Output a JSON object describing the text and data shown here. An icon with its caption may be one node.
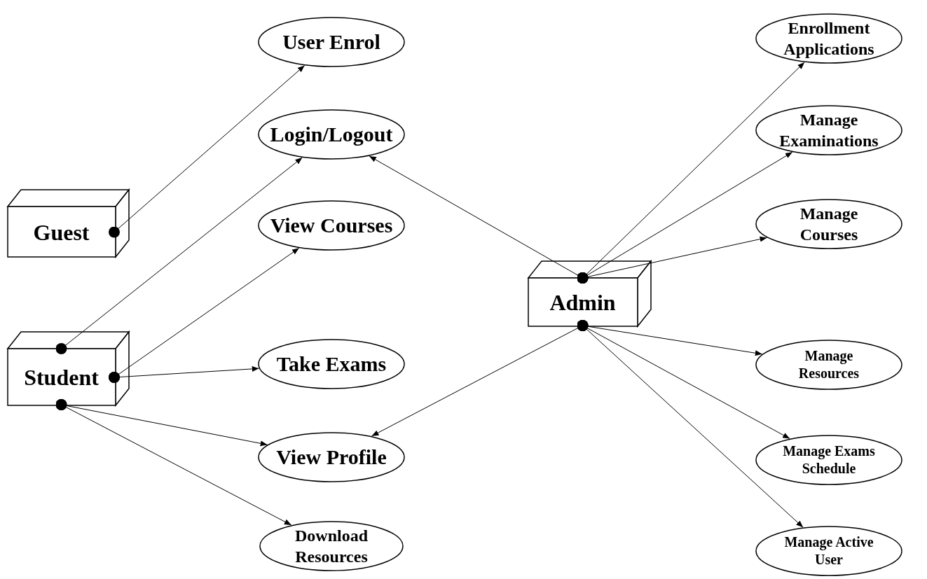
{
  "diagram": {
    "nodes": [
      {
        "text": [
          "Guest"
        ]
      },
      {
        "text": [
          "Student"
        ]
      },
      {
        "text": [
          "Admin"
        ]
      },
      {
        "text": [
          "User Enrol"
        ]
      },
      {
        "text": [
          "Login/Logout"
        ]
      },
      {
        "text": [
          "View Courses"
        ]
      },
      {
        "text": [
          "Take Exams"
        ]
      },
      {
        "text": [
          "View Profile"
        ]
      },
      {
        "text": [
          "Download Resources"
        ]
      },
      {
        "text": [
          "Enrollment Applications"
        ]
      },
      {
        "text": [
          "Manage Examinations"
        ]
      },
      {
        "text": [
          "Manage Courses"
        ]
      },
      {
        "text": [
          "Manage Resources"
        ]
      },
      {
        "text": [
          "Manage Exams Schedule"
        ]
      },
      {
        "text": [
          "Manage Active User"
        ]
      }
    ],
    "edges": [
      {
        "from": 0,
        "to": 3,
        "arrow": "to"
      },
      {
        "from": 1,
        "to": 4,
        "arrow": "to"
      },
      {
        "from": 1,
        "to": 5,
        "arrow": "to"
      },
      {
        "from": 1,
        "to": 6,
        "arrow": "to"
      },
      {
        "from": 1,
        "to": 7,
        "arrow": "to"
      },
      {
        "from": 1,
        "to": 8,
        "arrow": "to"
      },
      {
        "from": 2,
        "to": 4,
        "arrow": "to"
      },
      {
        "from": 2,
        "to": 9,
        "arrow": "to"
      },
      {
        "from": 2,
        "to": 10,
        "arrow": "to"
      },
      {
        "from": 2,
        "to": 11,
        "arrow": "to"
      },
      {
        "from": 2,
        "to": 7,
        "arrow": "to"
      },
      {
        "from": 2,
        "to": 12,
        "arrow": "to"
      },
      {
        "from": 2,
        "to": 13,
        "arrow": "to"
      },
      {
        "from": 2,
        "to": 14,
        "arrow": "to"
      }
    ]
  }
}
